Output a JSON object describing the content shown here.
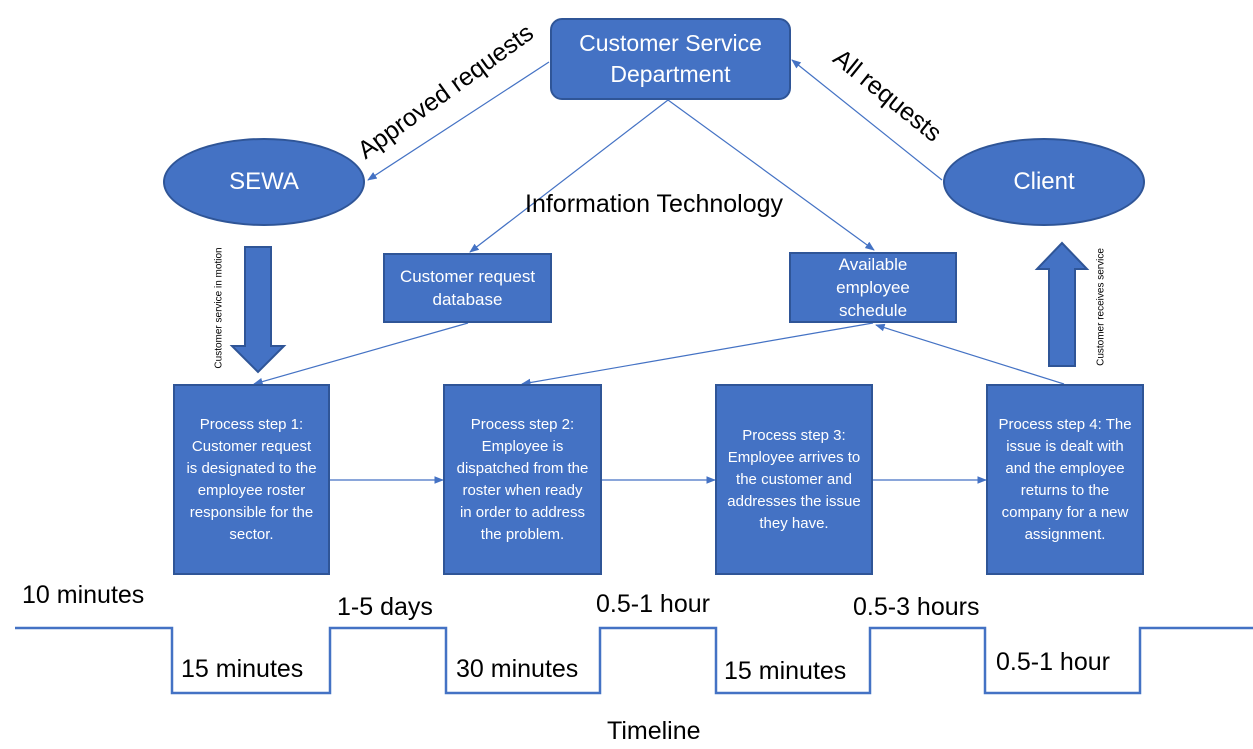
{
  "nodes": {
    "csd": "Customer Service Department",
    "sewa": "SEWA",
    "client": "Client",
    "customer_db": "Customer request database",
    "schedule": "Available employee schedule"
  },
  "center_label": "Information Technology",
  "edge_labels": {
    "approved": "Approved requests",
    "all": "All requests",
    "in_motion": "Customer service in motion",
    "receives": "Customer receives service"
  },
  "steps": [
    "Process step 1: Customer request is designated to the employee roster responsible for the sector.",
    "Process step 2: Employee is dispatched from the roster when ready in order to address the problem.",
    "Process step 3: Employee arrives to the customer and addresses the issue they have.",
    "Process step 4: The issue is dealt with and the employee returns to the company for a new assignment."
  ],
  "timeline": {
    "title": "Timeline",
    "high": [
      "10 minutes",
      "1-5 days",
      "0.5-1 hour",
      "0.5-3 hours"
    ],
    "low": [
      "15 minutes",
      "30 minutes",
      "15 minutes",
      "0.5-1 hour"
    ]
  },
  "colors": {
    "fill": "#4472c4",
    "stroke": "#2f5597",
    "line": "#4472c4"
  }
}
